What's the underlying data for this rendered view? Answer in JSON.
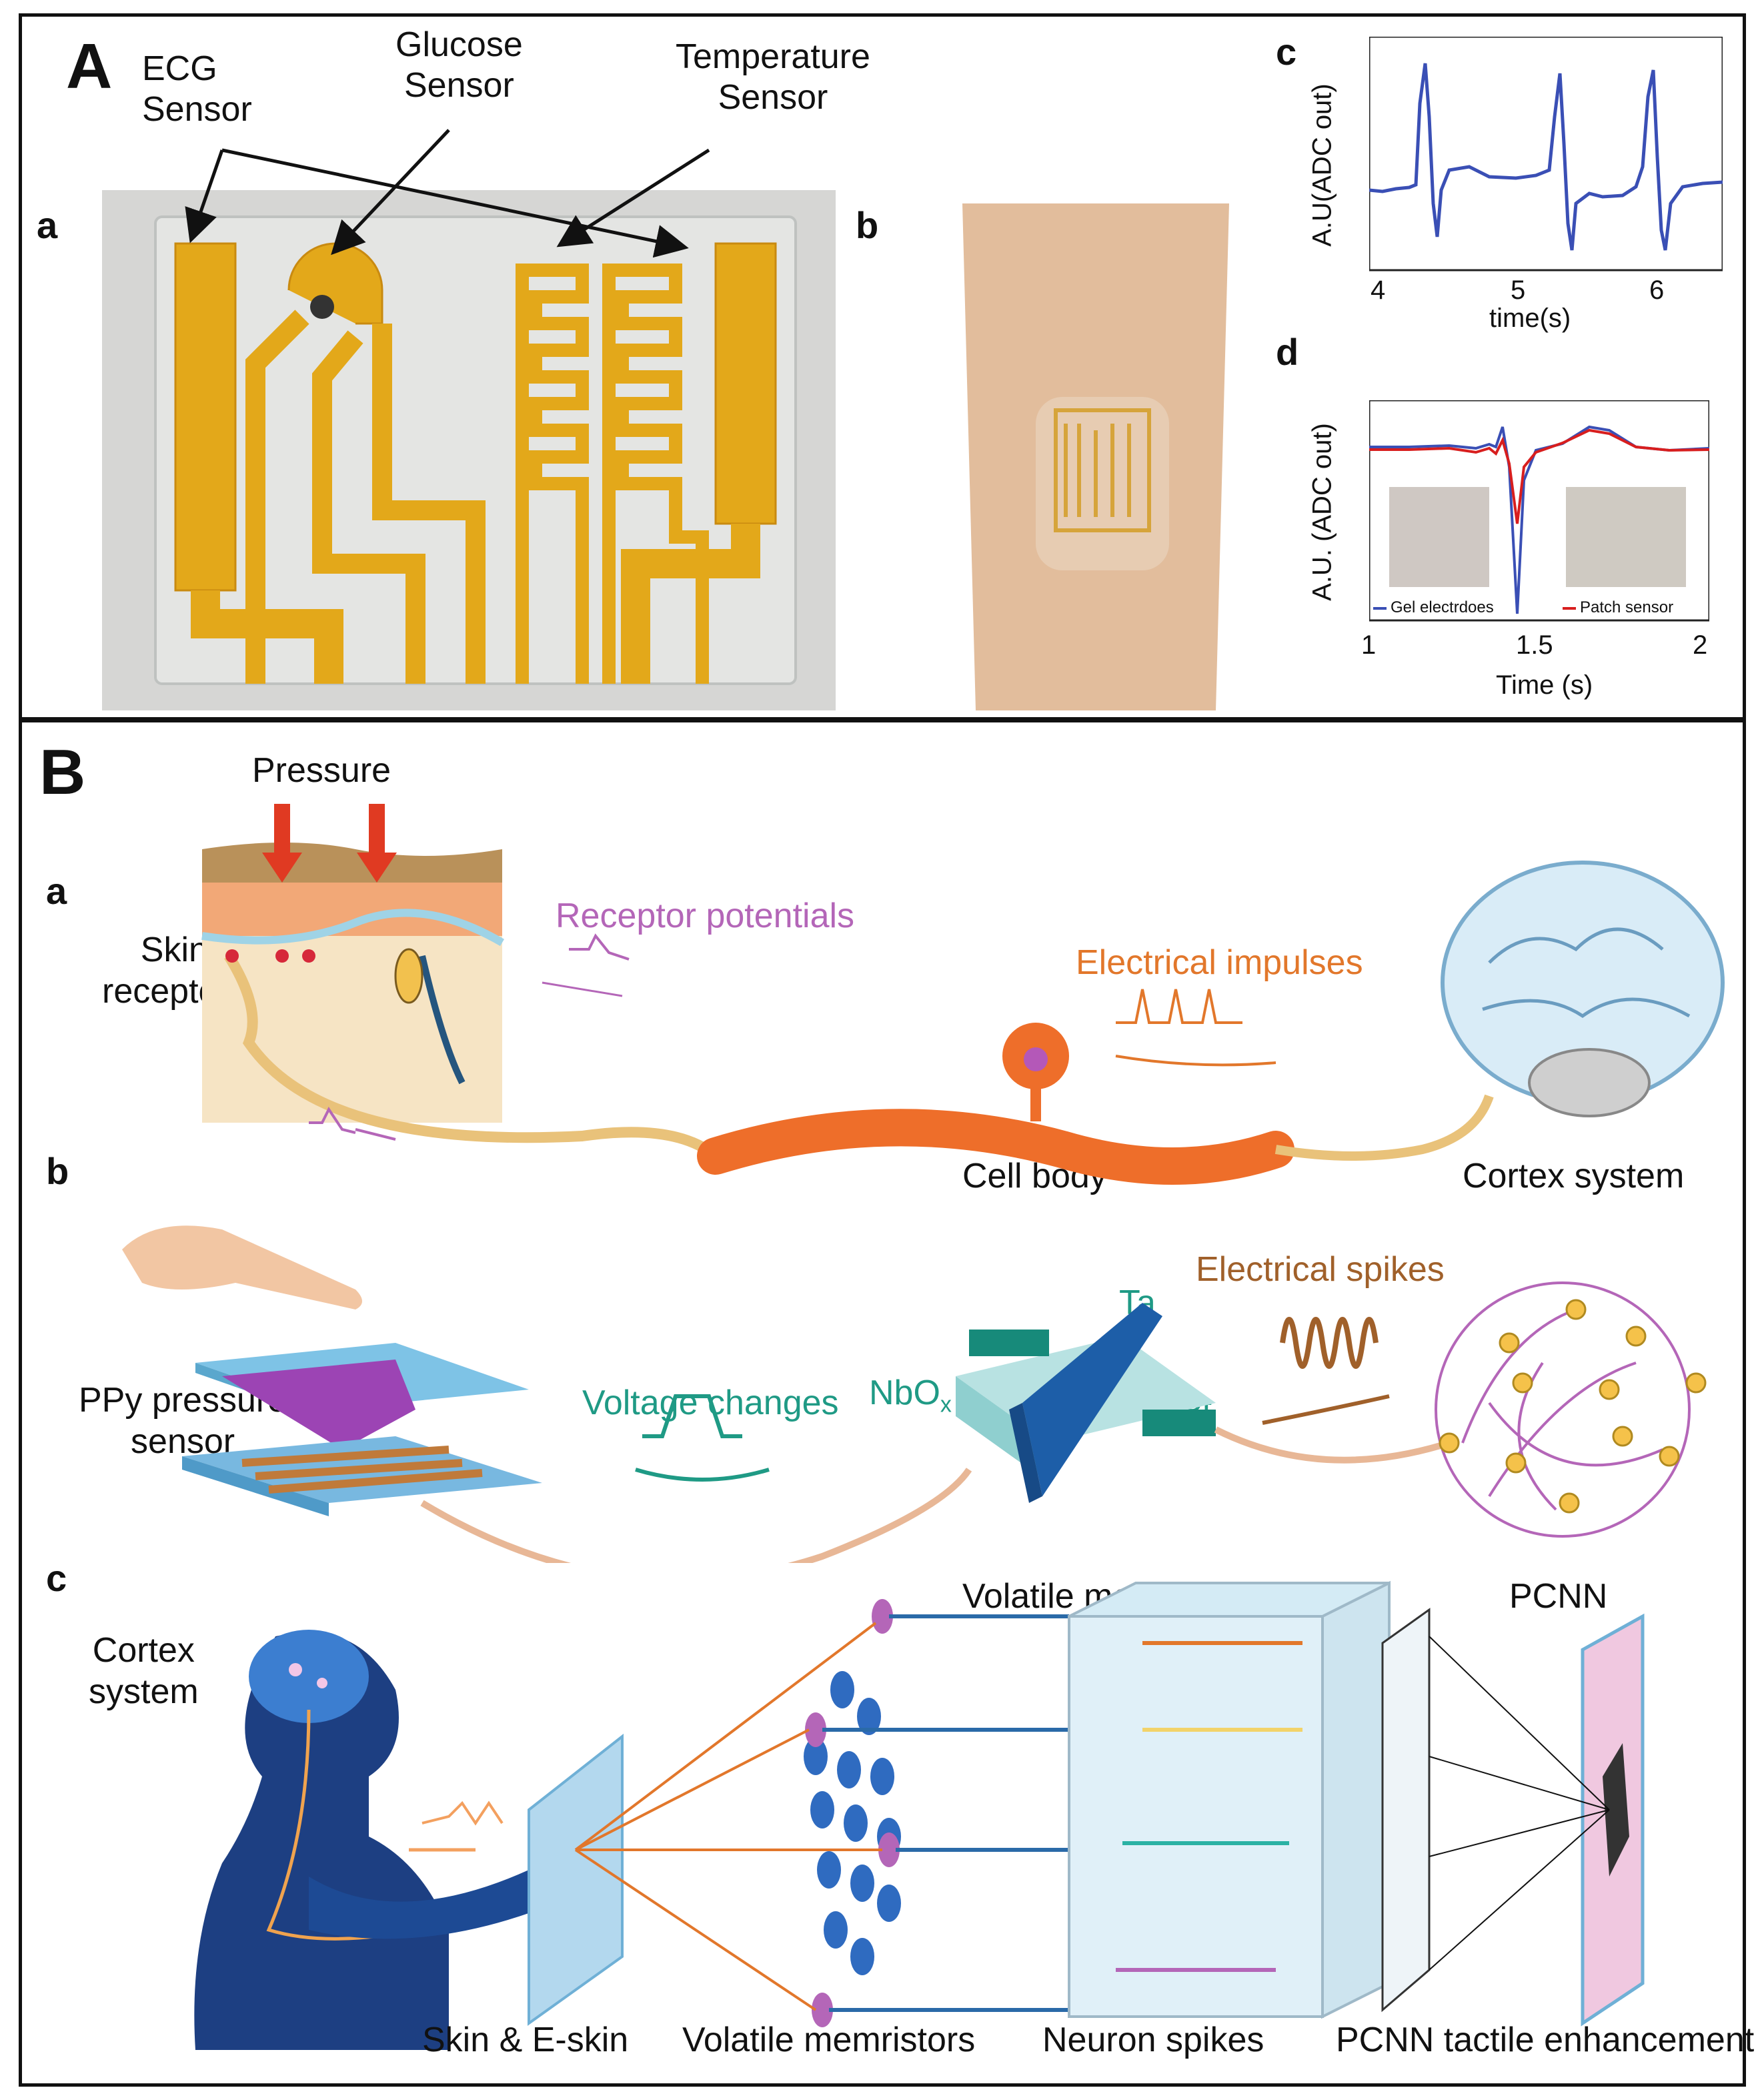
{
  "panelA": {
    "label": "A",
    "a": {
      "label": "a",
      "sensors": {
        "ecg": "ECG\nSensor",
        "glucose": "Glucose\nSensor",
        "temperature": "Temperature\nSensor"
      }
    },
    "b": {
      "label": "b"
    },
    "c": {
      "label": "c",
      "ylabel": "A.U(ADC out)",
      "xlabel": "time(s)",
      "xticks": [
        "4",
        "5",
        "6"
      ]
    },
    "d": {
      "label": "d",
      "ylabel": "A.U. (ADC out)",
      "xlabel": "Time (s)",
      "xticks": [
        "1",
        "1.5",
        "2"
      ],
      "legend": [
        "Gel electrdoes",
        "Patch sensor"
      ]
    }
  },
  "panelB": {
    "label": "B",
    "a": {
      "label": "a",
      "pressure": "Pressure",
      "skin_receptors": "Skin\nreceptors",
      "receptor_potentials": "Receptor potentials",
      "electrical_impulses": "Electrical impulses",
      "cell_body": "Cell body",
      "cortex_system": "Cortex system"
    },
    "b": {
      "label": "b",
      "ppy_sensor": "PPy pressure\nsensor",
      "voltage_changes": "Voltage changes",
      "nbox": "NbO",
      "nbox_sub": "x",
      "ta": "Ta",
      "pt": "Pt",
      "electrical_spikes": "Electrical spikes",
      "volatile_memristor": "Volatile memristor",
      "pcnn": "PCNN"
    },
    "c": {
      "label": "c",
      "cortex_system": "Cortex\nsystem",
      "captions": [
        "Skin & E-skin",
        "Volatile memristors",
        "Neuron spikes",
        "PCNN tactile enhancement"
      ]
    }
  },
  "colors": {
    "ecg_blue": "#3a4fb5",
    "patch_red": "#d81e1e",
    "gold": "#e3b21c",
    "purple": "#b466b8",
    "orange": "#e2772b",
    "teal": "#1f9a85",
    "brown": "#a0602a"
  }
}
